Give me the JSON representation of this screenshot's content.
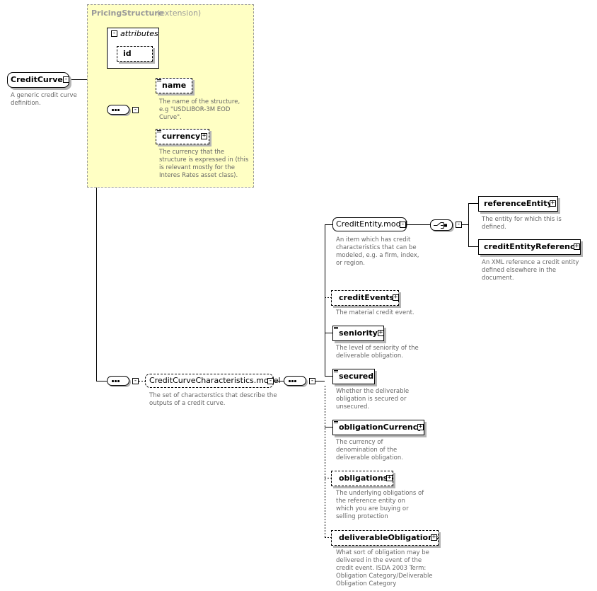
{
  "root": {
    "name": "CreditCurve",
    "doc": "A generic credit curve\ndefinition."
  },
  "extension": {
    "base": "PricingStructure",
    "kind": "(extension)",
    "attributes_label": "attributes",
    "attribute_id": "id",
    "name": {
      "label": "name",
      "doc": "The name of the structure,\ne.g \"USDLIBOR-3M EOD\nCurve\"."
    },
    "currency": {
      "label": "currency",
      "doc": "The currency that the\nstructure is expressed in (this\nis relevant mostly for the\nInteres Rates asset class)."
    }
  },
  "model": {
    "label": "CreditCurveCharacteristics.model",
    "doc": "The set of characterstics that describe the\noutputs of a credit curve."
  },
  "entity_model": {
    "label": "CreditEntity.model",
    "doc": "An item which has credit\ncharacteristics that can be\nmodeled, e.g. a firm, index,\nor region."
  },
  "choice_items": [
    {
      "label": "referenceEntity",
      "doc": "The entity for which this is\ndefined."
    },
    {
      "label": "creditEntityReference",
      "doc": "An XML reference a credit entity\ndefined elsewhere in the\ndocument."
    }
  ],
  "elements": [
    {
      "label": "creditEvents",
      "doc": "The material credit event."
    },
    {
      "label": "seniority",
      "doc": "The level of seniority of the\ndeliverable obligation."
    },
    {
      "label": "secured",
      "doc": "Whether the deliverable\nobligation is secured or\nunsecured."
    },
    {
      "label": "obligationCurrency",
      "doc": "The currency of\ndenomination of the\ndeliverable obligation."
    },
    {
      "label": "obligations",
      "doc": "The underlying obligations of\nthe reference entity on\nwhich you are buying or\nselling protection"
    },
    {
      "label": "deliverableObligations",
      "doc": "What sort of obligation may be\ndelivered in the event of the\ncredit event. ISDA 2003 Term:\nObligation Category/Deliverable\nObligation Category"
    }
  ],
  "colors": {
    "extension_fill": "#ffffc4",
    "extension_border": "#999999",
    "doc_text": "#666666"
  }
}
